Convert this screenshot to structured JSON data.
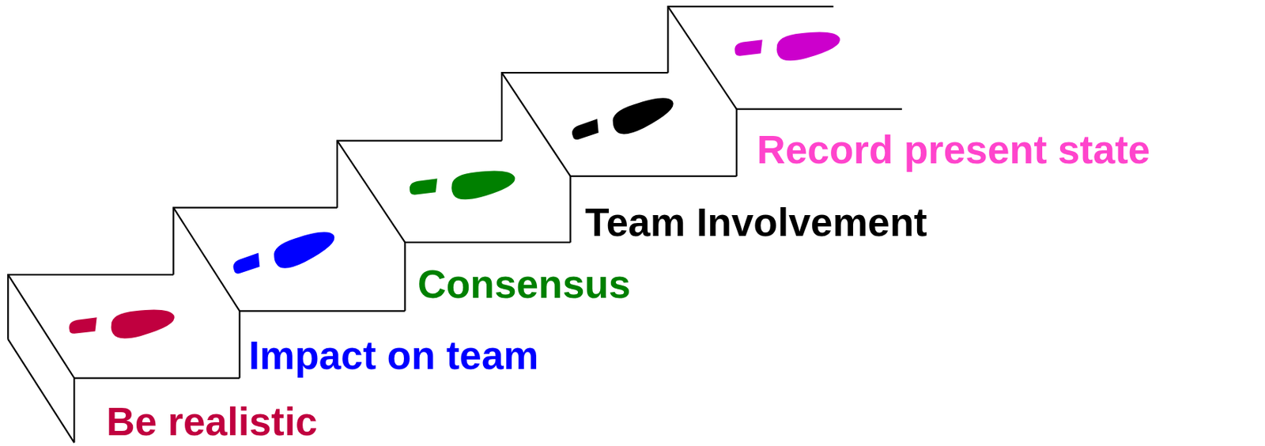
{
  "diagram": {
    "labels": [
      "Be realistic",
      "Impact on team",
      "Consensus",
      "Team Involvement",
      "Record present state"
    ]
  }
}
